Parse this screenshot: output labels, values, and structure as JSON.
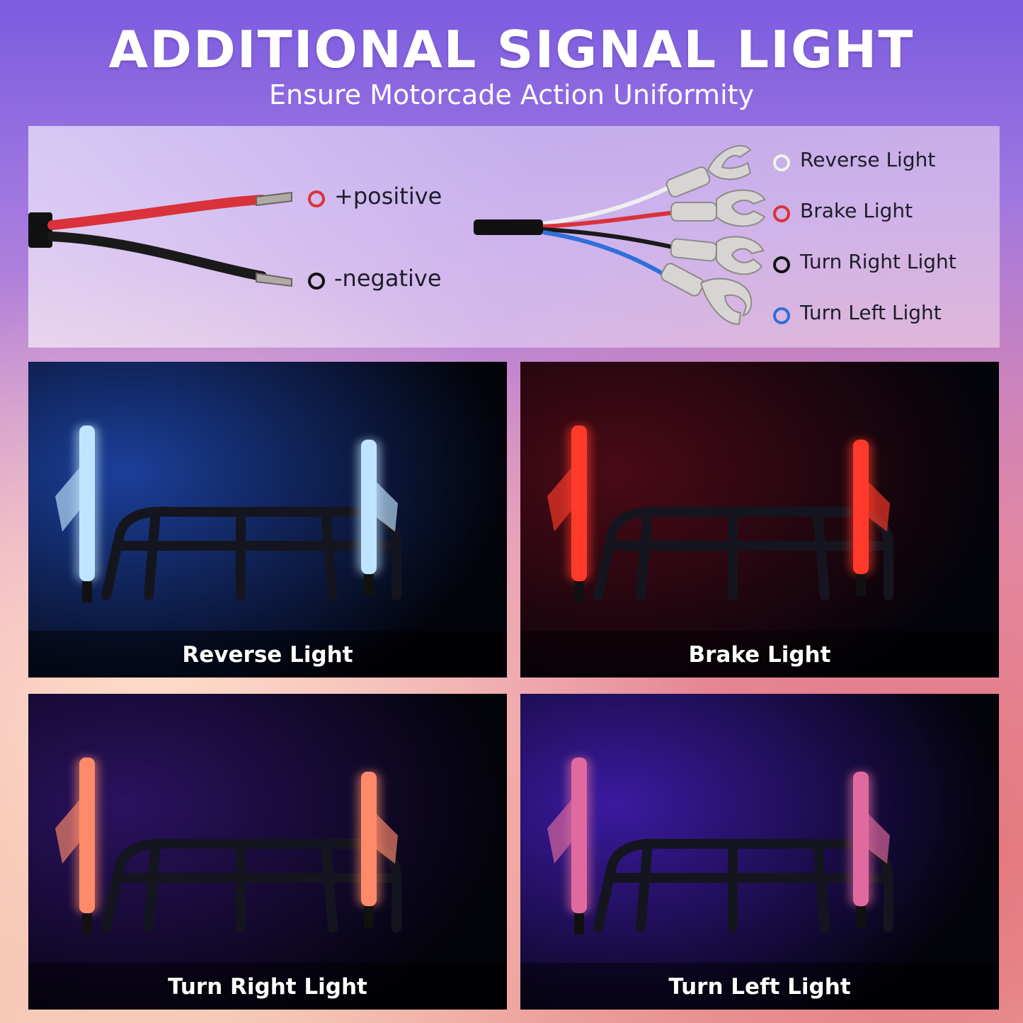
{
  "header": {
    "title": "ADDITIONAL SIGNAL LIGHT",
    "subtitle": "Ensure Motorcade Action Uniformity"
  },
  "wiring": {
    "power": [
      {
        "label": "+positive",
        "color": "#d9323a"
      },
      {
        "label": "-negative",
        "color": "#111111"
      }
    ],
    "signal": [
      {
        "label": "Reverse Light",
        "color": "#f2f2f2"
      },
      {
        "label": "Brake Light",
        "color": "#d9323a"
      },
      {
        "label": "Turn Right Light",
        "color": "#111111"
      },
      {
        "label": "Turn Left Light",
        "color": "#2f6fd8"
      }
    ]
  },
  "photos": [
    {
      "caption": "Reverse Light",
      "glow": "#bfe4ff",
      "ambient": "#1b3f9a"
    },
    {
      "caption": "Brake Light",
      "glow": "#ff3a2a",
      "ambient": "#4a0a16"
    },
    {
      "caption": "Turn Right Light",
      "glow": "#ff8a6a",
      "ambient": "#2a1260"
    },
    {
      "caption": "Turn Left Light",
      "glow": "#e06aa0",
      "ambient": "#3a1aa0"
    }
  ]
}
